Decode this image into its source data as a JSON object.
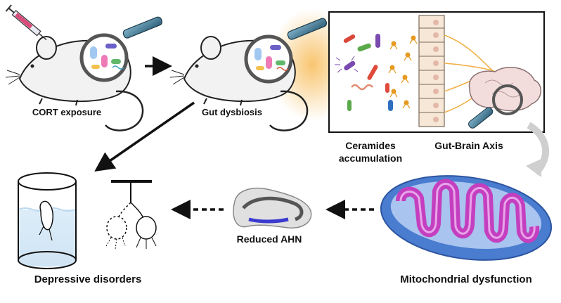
{
  "labels": {
    "cort": "CORT exposure",
    "dysbiosis": "Gut dysbiosis",
    "ceramides_line1": "Ceramides",
    "ceramides_line2": "accumulation",
    "gut_brain": "Gut-Brain Axis",
    "ahn": "Reduced AHN",
    "depressive": "Depressive disorders",
    "mito": "Mitochondrial dysfunction"
  },
  "colors": {
    "text": "#111111",
    "arrow": "#111111",
    "glow": "#f5a623",
    "curved_arrow": "#cfcfcf",
    "mito_outer": "#3f6fc4",
    "mito_inner": "#c43fbf",
    "water": "#d6e9f7",
    "hippocampus": "#3a3ad0",
    "ceramide_orange": "#e69a1f"
  },
  "icons": [
    "syringe-icon",
    "mouse-icon",
    "magnifier-icon",
    "bacteria-icon",
    "intestinal-epithelium-icon",
    "brain-icon",
    "mitochondrion-icon",
    "hippocampus-icon",
    "neuron-icon",
    "beaker-icon"
  ]
}
